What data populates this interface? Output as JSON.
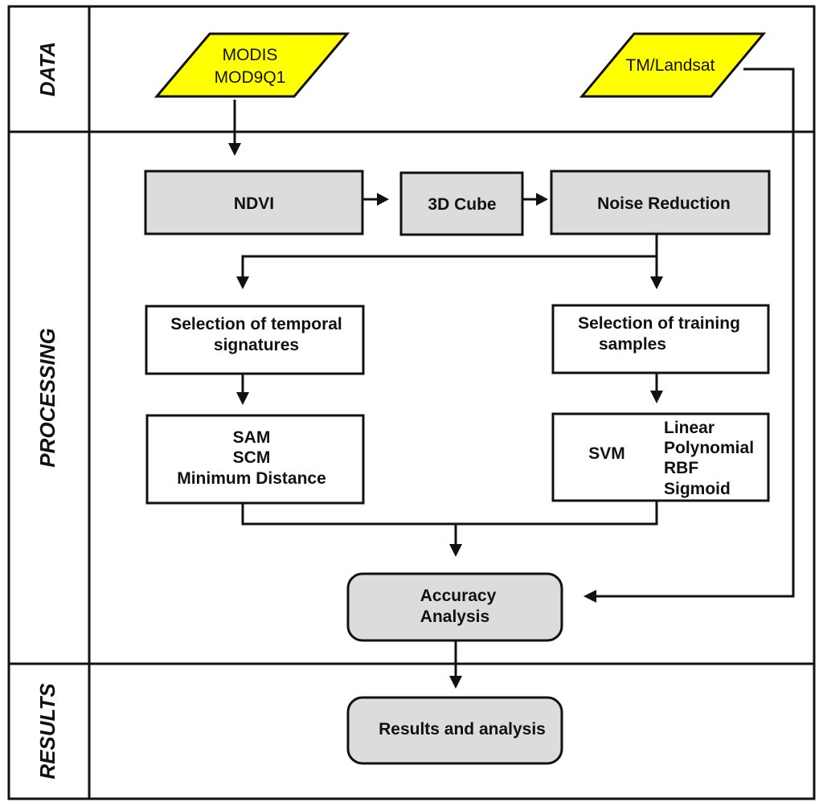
{
  "lanes": {
    "data": "DATA",
    "processing": "PROCESSING",
    "results": "RESULTS"
  },
  "inputs": {
    "modis": [
      "MODIS",
      "MOD9Q1"
    ],
    "landsat": "TM/Landsat"
  },
  "steps": {
    "ndvi": "NDVI",
    "cube": "3D Cube",
    "noise": "Noise Reduction",
    "temporal": [
      "Selection of temporal",
      "signatures"
    ],
    "training": [
      "Selection of training",
      "samples"
    ],
    "classifiers_left": [
      "SAM",
      "SCM",
      "Minimum Distance"
    ],
    "svm": "SVM",
    "svm_kernels": [
      "Linear",
      "Polynomial",
      "RBF",
      "Sigmoid"
    ],
    "accuracy": [
      "Accuracy",
      "Analysis"
    ],
    "results": "Results and analysis"
  },
  "colors": {
    "input_fill": "#ffff00",
    "process_fill": "#dcdcdc",
    "box_fill": "#ffffff",
    "line": "#111111"
  }
}
